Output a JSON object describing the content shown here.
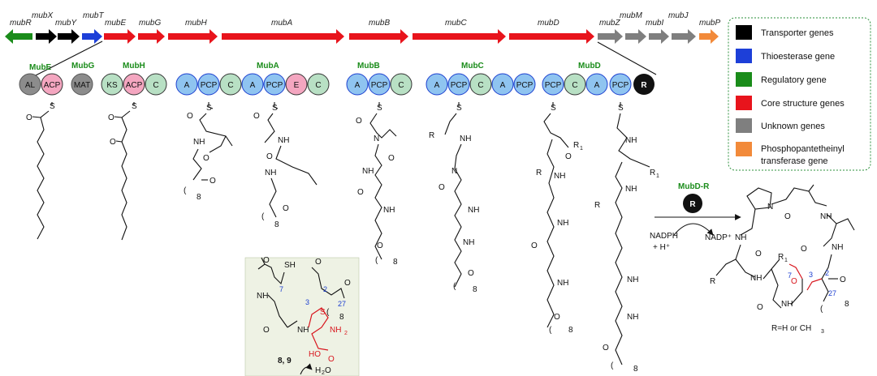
{
  "genes": [
    {
      "name": "mubR",
      "color": "#1a8c1a",
      "dir": "left"
    },
    {
      "name": "mubX",
      "color": "#000000",
      "dir": "right"
    },
    {
      "name": "mubY",
      "color": "#000000",
      "dir": "right"
    },
    {
      "name": "mubT",
      "color": "#1d3fd8",
      "dir": "right"
    },
    {
      "name": "mubE",
      "color": "#e8141c",
      "dir": "right"
    },
    {
      "name": "mubG",
      "color": "#e8141c",
      "dir": "right"
    },
    {
      "name": "mubH",
      "color": "#e8141c",
      "dir": "right"
    },
    {
      "name": "mubA",
      "color": "#e8141c",
      "dir": "right"
    },
    {
      "name": "mubB",
      "color": "#e8141c",
      "dir": "right"
    },
    {
      "name": "mubC",
      "color": "#e8141c",
      "dir": "right"
    },
    {
      "name": "mubD",
      "color": "#e8141c",
      "dir": "right"
    },
    {
      "name": "mubZ",
      "color": "#7f7f7f",
      "dir": "right"
    },
    {
      "name": "mubM",
      "color": "#7f7f7f",
      "dir": "right"
    },
    {
      "name": "mubI",
      "color": "#7f7f7f",
      "dir": "right"
    },
    {
      "name": "mubJ",
      "color": "#7f7f7f",
      "dir": "right"
    },
    {
      "name": "mubP",
      "color": "#f28a3a",
      "dir": "right"
    }
  ],
  "enzymes": [
    "MubE",
    "MubG",
    "MubH",
    "MubA",
    "MubB",
    "MubC",
    "MubD",
    "MubD-R"
  ],
  "domains": {
    "AL": "AL",
    "ACP": "ACP",
    "MAT": "MAT",
    "KS": "KS",
    "C": "C",
    "A": "A",
    "PCP": "PCP",
    "E": "E",
    "R": "R"
  },
  "domain_colors": {
    "gray": "#8c8c8c",
    "pink": "#f4a6c0",
    "green": "#b8e0c4",
    "blue": "#8fc4f0",
    "black": "#111111"
  },
  "legend": {
    "items": [
      {
        "label": "Transporter genes",
        "color": "#000000"
      },
      {
        "label": "Thioesterase gene",
        "color": "#1d3fd8"
      },
      {
        "label": "Regulatory gene",
        "color": "#1a8c1a"
      },
      {
        "label": "Core structure genes",
        "color": "#e8141c"
      },
      {
        "label": "Unknown genes",
        "color": "#7f7f7f"
      },
      {
        "label": "Phosphopantetheinyl",
        "label2": "transferase gene",
        "color": "#f28a3a"
      }
    ]
  },
  "atoms": {
    "O": "O",
    "S": "S",
    "NH": "NH",
    "N": "N",
    "R": "R",
    "R1": "R",
    "sub1": "1",
    "paren": "(",
    "eight": "8",
    "SH": "SH",
    "NH2": "NH",
    "sub2": "2",
    "HO": "HO",
    "H2O": "H"
  },
  "reaction": {
    "cofactor1": "NADPH",
    "cofactor1b": "+ H⁺",
    "cofactor2": "NADP⁺",
    "r_note": "R=H or CH",
    "r_note_sub": "3"
  },
  "inset": {
    "label": "8, 9",
    "water": "H",
    "water_sub": "2",
    "water_o": "O",
    "numbers": {
      "n7": "7",
      "n2": "2",
      "n3": "3",
      "n27": "27"
    }
  },
  "product_numbers": {
    "n7": "7",
    "n3": "3",
    "n2": "2",
    "n27": "27"
  }
}
